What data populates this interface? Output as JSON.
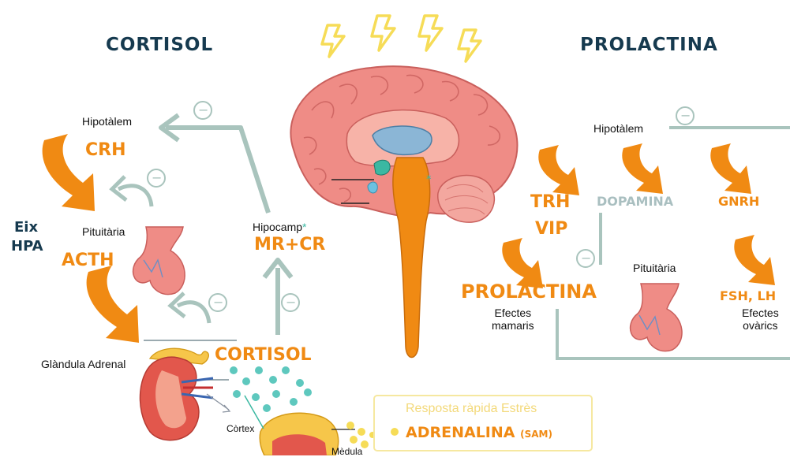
{
  "left": {
    "title": "CORTISOL",
    "hypothalamus": "Hipotàlem",
    "crh": "CRH",
    "axis_line1": "Eix",
    "axis_line2": "HPA",
    "pituitary": "Pituitària",
    "acth": "ACTH",
    "adrenal": "Glàndula Adrenal",
    "cortisol": "CORTISOL",
    "hippocampus": "Hipocamp",
    "asterisk": "*",
    "receptors": "MR+CR",
    "cortex": "Còrtex",
    "medulla": "Mèdula"
  },
  "stress_box": {
    "title": "Resposta ràpida Estrès",
    "adrenaline": "ADRENALINA",
    "sam": "(SAM)"
  },
  "right": {
    "title": "PROLACTINA",
    "hypothalamus": "Hipotàlem",
    "trh": "TRH",
    "vip": "VIP",
    "dopamine": "DOPAMINA",
    "gnrh": "GNRH",
    "pituitary": "Pituitària",
    "prolactin": "PROLACTINA",
    "breast_effects_1": "Efectes",
    "breast_effects_2": "mamaris",
    "fsh_lh": "FSH, LH",
    "ovary_effects_1": "Efectes",
    "ovary_effects_2": "ovàrics"
  },
  "inhibit_symbol": "−",
  "colors": {
    "navy": "#163a4f",
    "orange": "#f08a13",
    "sage": "#a9c4bd",
    "brain_pink": "#ef8c86",
    "yellow": "#f6dc57"
  }
}
